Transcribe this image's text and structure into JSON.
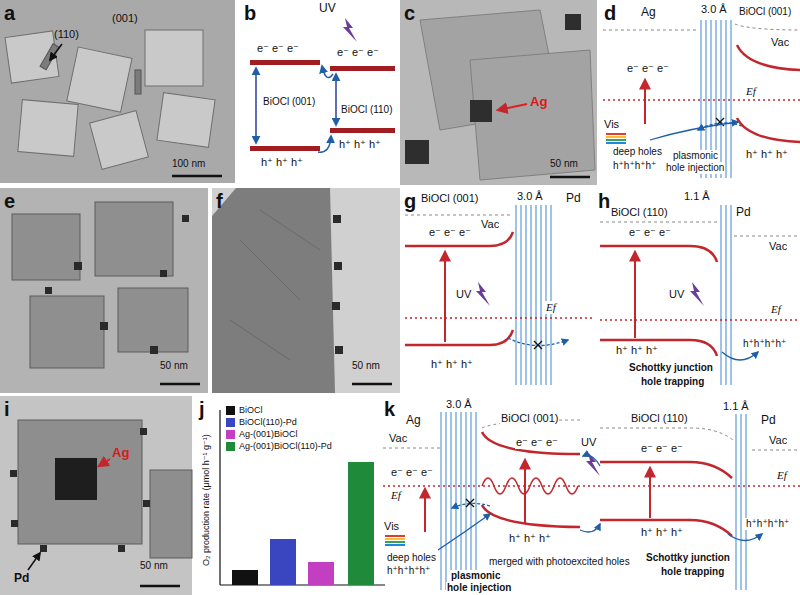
{
  "diagram": {
    "nodes": [
      {
        "text": [
          "a",
          "(001)",
          "(110)",
          "100 nm"
        ]
      },
      {
        "text": [
          "c",
          "Ag",
          "50 nm"
        ]
      },
      {
        "text": [
          "e",
          "50 nm"
        ]
      },
      {
        "text": [
          "f",
          "50 nm"
        ]
      },
      {
        "text": [
          "i",
          "Ag",
          "Pd",
          "50 nm"
        ]
      }
    ],
    "labels": [
      "b",
      "UV",
      "e⁻ e⁻ e⁻",
      "e⁻ e⁻ e⁻",
      "BiOCl (001)",
      "BiOCl (110)",
      "h⁺ h⁺ h⁺",
      "h⁺ h⁺ h⁺",
      "d",
      "Ag",
      "3.0 Å",
      "BiOCl (001)",
      "Vac",
      "e⁻ e⁻ e⁻",
      "Ef",
      "Vis",
      "deep holes",
      "h⁺h⁺h⁺h⁺",
      "plasmonic",
      "hole injection",
      "h⁺ h⁺ h⁺",
      "g",
      "BiOCl (001)",
      "3.0 Å",
      "Pd",
      "e⁻ e⁻ e⁻",
      "Vac",
      "UV",
      "Ef",
      "h⁺ h⁺ h⁺",
      "h",
      "1.1 Å",
      "BiOCl (110)",
      "Pd",
      "e⁻ e⁻ e⁻",
      "Vac",
      "UV",
      "Ef",
      "h⁺h⁺h⁺h⁺",
      "h⁺ h⁺ h⁺",
      "Schottky junction",
      "hole trapping",
      "j",
      "O₂ production rate (μmol h⁻¹ g⁻¹)",
      "k",
      "3.0 Å",
      "1.1 Å",
      "Ag",
      "BiOCl (001)",
      "BiOCl (110)",
      "Pd",
      "Vac",
      "e⁻ e⁻ e⁻",
      "e⁻ e⁻ e⁻",
      "Vac",
      "UV",
      "e⁻ e⁻ e⁻",
      "Ef",
      "Ef",
      "Vis",
      "h⁺h⁺h⁺h⁺",
      "h⁺ h⁺ h⁺",
      "h⁺ h⁺ h⁺",
      "deep holes",
      "merged with photoexcited holes",
      "Schottky junction",
      "h⁺h⁺h⁺h⁺",
      "plasmonic",
      "hole trapping",
      "hole injection"
    ],
    "legend": [
      {
        "text": "BiOCl",
        "color": "#111111"
      },
      {
        "text": "BiOCl(110)-Pd",
        "color": "#3a45c0"
      },
      {
        "text": "Ag-(001)BiOCl",
        "color": "#c23fc2"
      },
      {
        "text": "Ag-(001)BiOCl(110)-Pd",
        "color": "#1f8a3a"
      }
    ]
  }
}
